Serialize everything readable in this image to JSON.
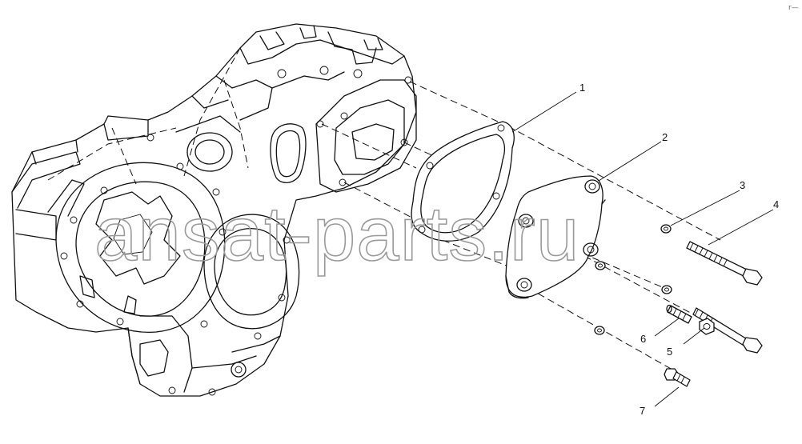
{
  "diagram": {
    "watermark": "ansat-parts.ru",
    "corner_mark": "r—",
    "callouts": [
      {
        "id": "1",
        "label": "1"
      },
      {
        "id": "2",
        "label": "2"
      },
      {
        "id": "3",
        "label": "3"
      },
      {
        "id": "4",
        "label": "4"
      },
      {
        "id": "5",
        "label": "5"
      },
      {
        "id": "6",
        "label": "6"
      },
      {
        "id": "7",
        "label": "7"
      }
    ]
  }
}
